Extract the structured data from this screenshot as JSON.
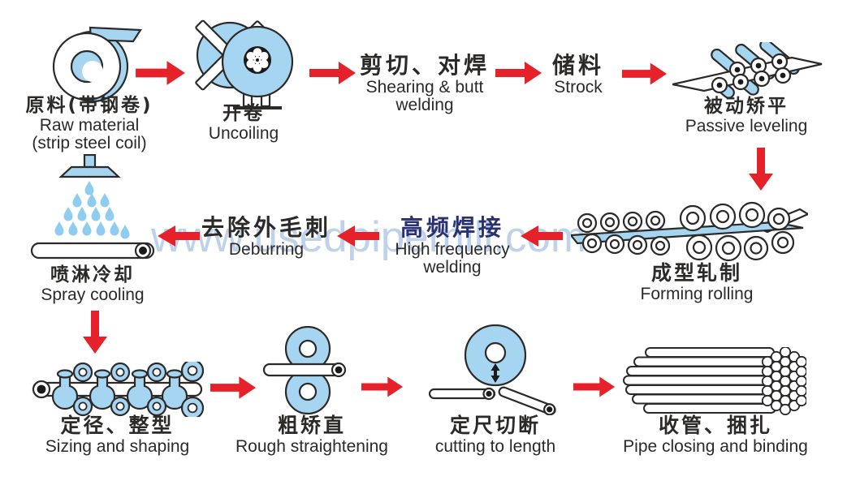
{
  "watermark": "www.usedpipemill.com",
  "colors": {
    "accent_red": "#e6212a",
    "machine_blue": "#a6d5f2",
    "outline_dark": "#2b2a29",
    "navy_text": "#2a3170",
    "watermark_blue": "#b3cbe9",
    "background": "#ffffff"
  },
  "steps": [
    {
      "id": "raw-material",
      "zh": "原料(带钢卷)",
      "en": "Raw material",
      "en2": "(strip steel coil)"
    },
    {
      "id": "uncoiling",
      "zh": "开卷",
      "en": "Uncoiling"
    },
    {
      "id": "shearing-butt-welding",
      "zh": "剪切、对焊",
      "en": "Shearing & butt",
      "en2": "welding"
    },
    {
      "id": "stock",
      "zh": "储料",
      "en": "Strock"
    },
    {
      "id": "passive-leveling",
      "zh": "被动矫平",
      "en": "Passive leveling"
    },
    {
      "id": "forming-rolling",
      "zh": "成型轧制",
      "en": "Forming rolling"
    },
    {
      "id": "high-frequency-welding",
      "zh": "高频焊接",
      "en": "High frequency",
      "en2": "welding"
    },
    {
      "id": "deburring",
      "zh": "去除外毛刺",
      "en": "Deburring"
    },
    {
      "id": "spray-cooling",
      "zh": "喷淋冷却",
      "en": "Spray cooling"
    },
    {
      "id": "sizing-and-shaping",
      "zh": "定径、整型",
      "en": "Sizing and shaping"
    },
    {
      "id": "rough-straightening",
      "zh": "粗矫直",
      "en": "Rough straightening"
    },
    {
      "id": "cutting-to-length",
      "zh": "定尺切断",
      "en": "cutting to length"
    },
    {
      "id": "pipe-closing-binding",
      "zh": "收管、捆扎",
      "en": "Pipe closing and binding"
    }
  ]
}
